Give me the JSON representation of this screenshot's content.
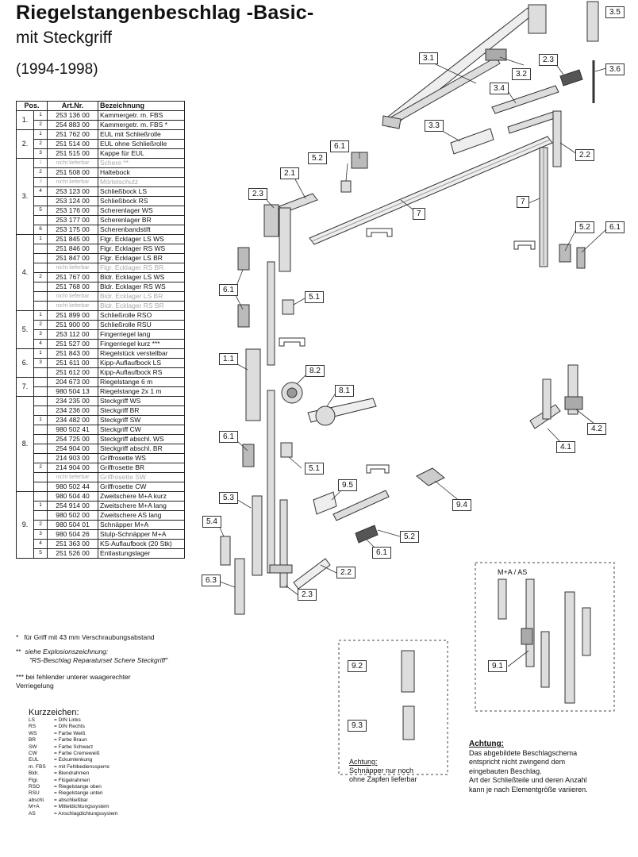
{
  "title": "Riegelstangenbeschlag -Basic-",
  "subtitle": "mit Steckgriff",
  "years": "(1994-1998)",
  "table": {
    "headers": [
      "Pos.",
      "Art.Nr.",
      "Bezeichnung"
    ],
    "groups": [
      {
        "pos": "1.",
        "rows": [
          {
            "sub": "1",
            "art": "253 136 00",
            "bez": "Kammergetr. m. FBS"
          },
          {
            "sub": "2",
            "art": "254 883 00",
            "bez": "Kammergetr. m. FBS *"
          }
        ]
      },
      {
        "pos": "2.",
        "rows": [
          {
            "sub": "1",
            "art": "251 762 00",
            "bez": "EUL mit Schließrolle"
          },
          {
            "sub": "2",
            "art": "251 514 00",
            "bez": "EUL ohne Schließrolle"
          },
          {
            "sub": "3",
            "art": "251 515 00",
            "bez": "Kappe für EUL"
          }
        ]
      },
      {
        "pos": "3.",
        "rows": [
          {
            "sub": "1",
            "art": "nicht lieferbar",
            "bez": "Schere **",
            "na": true
          },
          {
            "sub": "2",
            "art": "251 508 00",
            "bez": "Haltebock"
          },
          {
            "sub": "3",
            "art": "nicht lieferbar",
            "bez": "Mörtelschutz",
            "na": true
          },
          {
            "sub": "4",
            "art": "253 123 00",
            "bez": "Schließbock LS"
          },
          {
            "sub": "",
            "art": "253 124 00",
            "bez": "Schließbock RS"
          },
          {
            "sub": "5",
            "art": "253 176 00",
            "bez": "Scherenlager WS"
          },
          {
            "sub": "",
            "art": "253 177 00",
            "bez": "Scherenlager BR"
          },
          {
            "sub": "6",
            "art": "253 175 00",
            "bez": "Scherenbandstift"
          }
        ]
      },
      {
        "pos": "4.",
        "rows": [
          {
            "sub": "1",
            "art": "251 845 00",
            "bez": "Flgr. Ecklager LS WS"
          },
          {
            "sub": "",
            "art": "251 846 00",
            "bez": "Flgr. Ecklager RS WS"
          },
          {
            "sub": "",
            "art": "251 847 00",
            "bez": "Flgr. Ecklager LS BR"
          },
          {
            "sub": "",
            "art": "nicht lieferbar",
            "bez": "Flgr. Ecklager RS BR",
            "na": true
          },
          {
            "sub": "2",
            "art": "251 767 00",
            "bez": "Bldr. Ecklager LS WS"
          },
          {
            "sub": "",
            "art": "251 768 00",
            "bez": "Bldr. Ecklager RS WS"
          },
          {
            "sub": "",
            "art": "nicht lieferbar",
            "bez": "Bldr. Ecklager LS BR",
            "na": true
          },
          {
            "sub": "",
            "art": "nicht lieferbar",
            "bez": "Bldr. Ecklager RS BR",
            "na": true
          }
        ]
      },
      {
        "pos": "5.",
        "rows": [
          {
            "sub": "1",
            "art": "251 899 00",
            "bez": "Schließrolle RSO"
          },
          {
            "sub": "2",
            "art": "251 900 00",
            "bez": "Schließrolle RSU"
          },
          {
            "sub": "3",
            "art": "253 112 00",
            "bez": "Fingerriegel lang"
          },
          {
            "sub": "4",
            "art": "251 527 00",
            "bez": "Fingerriegel kurz ***"
          }
        ]
      },
      {
        "pos": "6.",
        "rows": [
          {
            "sub": "1",
            "art": "251 843 00",
            "bez": "Riegelstück verstellbar"
          },
          {
            "sub": "3",
            "art": "251 611 00",
            "bez": "Kipp-Auflaufbock LS"
          },
          {
            "sub": "",
            "art": "251 612 00",
            "bez": "Kipp-Auflaufbock RS"
          }
        ]
      },
      {
        "pos": "7.",
        "rows": [
          {
            "sub": "",
            "art": "204 673 00",
            "bez": "Riegelstange 6 m"
          },
          {
            "sub": "",
            "art": "980 504 13",
            "bez": "Riegelstange 2x 1 m"
          }
        ]
      },
      {
        "pos": "8.",
        "rows": [
          {
            "sub": "",
            "art": "234 235 00",
            "bez": "Steckgriff WS"
          },
          {
            "sub": "",
            "art": "234 236 00",
            "bez": "Steckgriff BR"
          },
          {
            "sub": "1",
            "art": "234 482 00",
            "bez": "Steckgriff SW"
          },
          {
            "sub": "",
            "art": "980 502 41",
            "bez": "Steckgriff CW"
          },
          {
            "sub": "",
            "art": "254 725 00",
            "bez": "Steckgriff abschl. WS"
          },
          {
            "sub": "",
            "art": "254 904 00",
            "bez": "Steckgriff abschl. BR"
          },
          {
            "sub": "",
            "art": "214 903 00",
            "bez": "Griffrosette WS"
          },
          {
            "sub": "2",
            "art": "214 904 00",
            "bez": "Griffrosette BR"
          },
          {
            "sub": "",
            "art": "nicht lieferbar",
            "bez": "Griffrosette SW",
            "na": true
          },
          {
            "sub": "",
            "art": "980 502 44",
            "bez": "Griffrosette CW"
          }
        ]
      },
      {
        "pos": "9.",
        "rows": [
          {
            "sub": "",
            "art": "980 504 40",
            "bez": "Zweitschere M+A kurz"
          },
          {
            "sub": "1",
            "art": "254 914 00",
            "bez": "Zweitschere M+A lang"
          },
          {
            "sub": "",
            "art": "980 502 00",
            "bez": "Zweitschere AS lang"
          },
          {
            "sub": "2",
            "art": "980 504 01",
            "bez": "Schnäpper M+A"
          },
          {
            "sub": "3",
            "art": "980 504 26",
            "bez": "Stulp-Schnäpper M+A"
          },
          {
            "sub": "4",
            "art": "251 363 00",
            "bez": "KS-Auflaufbock (20 Stk)"
          },
          {
            "sub": "5",
            "art": "251 526 00",
            "bez": "Entlastungslager"
          }
        ]
      }
    ]
  },
  "footnotes": {
    "f1_mark": "*",
    "f1_text": "für Griff mit 43 mm Verschraubungsabstand",
    "f2_mark": "**",
    "f2_text1": "siehe Explosionszeichnung:",
    "f2_text2": "\"RS-Beschlag Reparaturset Schere Steckgriff\"",
    "f3_mark": "***",
    "f3_text1": "bei fehlender unterer waagerechter",
    "f3_text2": "Verriegelung"
  },
  "abbreviations": {
    "heading": "Kurzzeichen:",
    "items": [
      {
        "k": "LS",
        "v": "= DIN Links"
      },
      {
        "k": "RS",
        "v": "= DIN Rechts"
      },
      {
        "k": "WS",
        "v": "= Farbe Weiß"
      },
      {
        "k": "BR",
        "v": "= Farbe Braun"
      },
      {
        "k": "SW",
        "v": "= Farbe Schwarz"
      },
      {
        "k": "CW",
        "v": "= Farbe Cremeweiß"
      },
      {
        "k": "EUL",
        "v": "= Eckumlenkung"
      },
      {
        "k": "m. FBS",
        "v": "= mit Fehlbedienssperre"
      },
      {
        "k": "Bldr.",
        "v": "= Blendrahmen"
      },
      {
        "k": "Flgr.",
        "v": "= Flügelrahmen"
      },
      {
        "k": "RSO",
        "v": "= Riegelstange oben"
      },
      {
        "k": "RSU",
        "v": "= Riegelstange unten"
      },
      {
        "k": "abschl.",
        "v": "= abschließbar"
      },
      {
        "k": "M+A",
        "v": "= Mitteldichtungssystem"
      },
      {
        "k": "AS",
        "v": "= Anschlagdichtungssystem"
      }
    ]
  },
  "diagram_labels": {
    "l35": "3.5",
    "l31": "3.1",
    "l32": "3.2",
    "l23a": "2.3",
    "l36": "3.6",
    "l34": "3.4",
    "l33": "3.3",
    "l61a": "6.1",
    "l52a": "5.2",
    "l21": "2.1",
    "l23b": "2.3",
    "l7a": "7",
    "l7b": "7",
    "l22a": "2.2",
    "l52b": "5.2",
    "l61b": "6.1",
    "l61c": "6.1",
    "l51a": "5.1",
    "l11": "1.1",
    "l82": "8.2",
    "l81": "8.1",
    "l41": "4.1",
    "l42": "4.2",
    "l61d": "6.1",
    "l51b": "5.1",
    "l95": "9.5",
    "l94": "9.4",
    "l53": "5.3",
    "l54": "5.4",
    "l52c": "5.2",
    "l61e": "6.1",
    "l63": "6.3",
    "l22b": "2.2",
    "l23c": "2.3",
    "l92": "9.2",
    "l93": "9.3",
    "l91": "9.1"
  },
  "box_ma_as": "M+A  /  AS",
  "snap_note": {
    "heading": "Achtung:",
    "l1": "Schnäpper nur noch",
    "l2": "ohne Zapfen lieferbar"
  },
  "achtung": {
    "heading": "Achtung:",
    "l1": "Das abgebildete Beschlagschema",
    "l2": "entspricht nicht zwingend dem",
    "l3": "eingebauten Beschlag.",
    "l4": "Art der Schließteile und deren Anzahl",
    "l5": "kann je nach Elementgröße variieren."
  }
}
